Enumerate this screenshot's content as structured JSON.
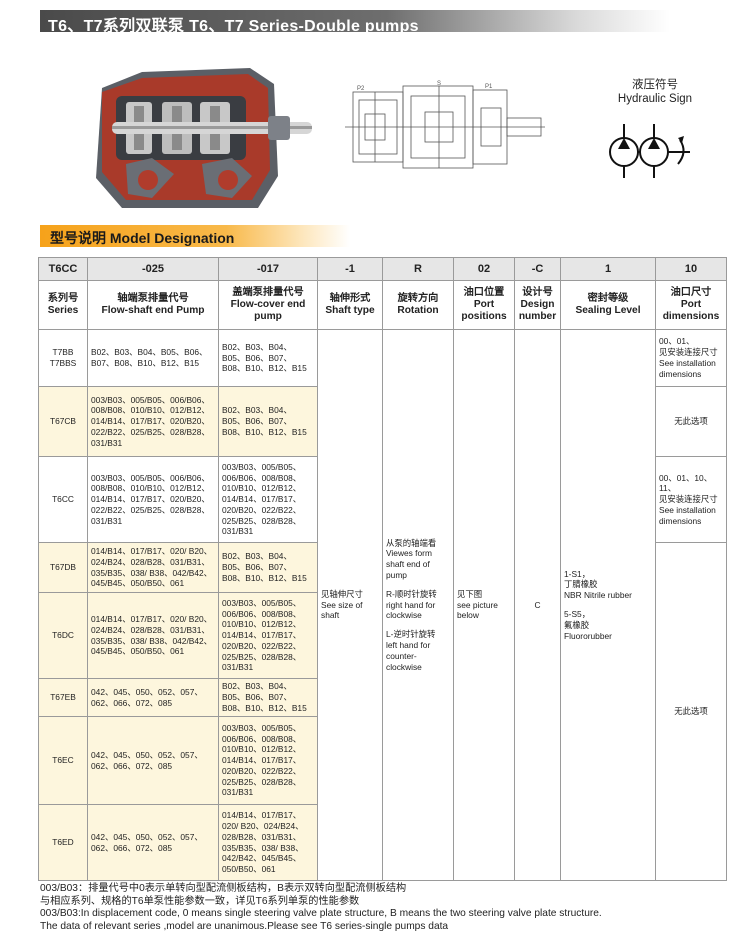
{
  "title": "T6、T7系列双联泵 T6、T7 Series-Double pumps",
  "hydraulic_sign": {
    "cn": "液压符号",
    "en": "Hydraulic Sign"
  },
  "section_drawing": {
    "label_p1": "P1",
    "label_s": "S",
    "label_p2": "P2"
  },
  "model_title": "型号说明 Model Designation",
  "code_row": [
    "T6CC",
    "-025",
    "-017",
    "-1",
    "R",
    "02",
    "-C",
    "1",
    "10"
  ],
  "header_row": [
    {
      "cn": "系列号",
      "en": "Series"
    },
    {
      "cn": "轴端泵排量代号",
      "en": "Flow-shaft end Pump"
    },
    {
      "cn": "盖端泵排量代号",
      "en": "Flow-cover end pump"
    },
    {
      "cn": "轴伸形式",
      "en": "Shaft type"
    },
    {
      "cn": "旋转方向",
      "en": "Rotation"
    },
    {
      "cn": "油口位置",
      "en": "Port positions"
    },
    {
      "cn": "设计号",
      "en": "Design number"
    },
    {
      "cn": "密封等级",
      "en": "Sealing Level"
    },
    {
      "cn": "油口尺寸",
      "en": "Port dimensions"
    }
  ],
  "rows": [
    {
      "series": "T7BB T7BBS",
      "shaft_end": "B02、B03、B04、B05、B06、B07、B08、B10、B12、B15",
      "cover_end": "B02、B03、B04、B05、B06、B07、B08、B10、B12、B15"
    },
    {
      "series": "T67CB",
      "shaft_end": "003/B03、005/B05、006/B06、008/B08、010/B10、012/B12、014/B14、017/B17、020/B20、022/B22、025/B25、028/B28、031/B31",
      "cover_end": "B02、B03、B04、B05、B06、B07、B08、B10、B12、B15"
    },
    {
      "series": "T6CC",
      "shaft_end": "003/B03、005/B05、006/B06、008/B08、010/B10、012/B12、014/B14、017/B17、020/B20、022/B22、025/B25、028/B28、031/B31",
      "cover_end": "003/B03、005/B05、006/B06、008/B08、010/B10、012/B12、014/B14、017/B17、020/B20、022/B22、025/B25、028/B28、031/B31"
    },
    {
      "series": "T67DB",
      "shaft_end": "014/B14、017/B17、020/ B20、024/B24、028/B28、031/B31、035/B35、038/ B38、042/B42、045/B45、050/B50、061",
      "cover_end": "B02、B03、B04、B05、B06、B07、B08、B10、B12、B15"
    },
    {
      "series": "T6DC",
      "shaft_end": "014/B14、017/B17、020/ B20、024/B24、028/B28、031/B31、035/B35、038/ B38、042/B42、045/B45、050/B50、061",
      "cover_end": "003/B03、005/B05、006/B06、008/B08、010/B10、012/B12、014/B14、017/B17、020/B20、022/B22、025/B25、028/B28、031/B31"
    },
    {
      "series": "T67EB",
      "shaft_end": "042、045、050、052、057、062、066、072、085",
      "cover_end": "B02、B03、B04、B05、B06、B07、B08、B10、B12、B15"
    },
    {
      "series": "T6EC",
      "shaft_end": "042、045、050、052、057、062、066、072、085",
      "cover_end": "003/B03、005/B05、006/B06、008/B08、010/B10、012/B12、014/B14、017/B17、020/B20、022/B22、025/B25、028/B28、031/B31"
    },
    {
      "series": "T6ED",
      "shaft_end": "042、045、050、052、057、062、066、072、085",
      "cover_end": "014/B14、017/B17、020/ B20、024/B24、028/B28、031/B31、035/B35、038/ B38、042/B42、045/B45、050/B50、061"
    }
  ],
  "shaft_type": {
    "cn": "见轴伸尺寸",
    "en": "See size of shaft"
  },
  "rotation": {
    "view_cn": "从泵的轴端看",
    "view_en": "Viewes form shaft end of pump",
    "right_cn": "R-顺时针旋转",
    "right_en": "right hand for clockwise",
    "left_cn": "L-逆时针旋转",
    "left_en": "left hand for counter-clockwise"
  },
  "port_positions": {
    "cn": "见下图",
    "en": "see picture below"
  },
  "design_number": "C",
  "sealing": {
    "s1_code": "1-S1，",
    "s1_cn": "丁腈橡胶",
    "s1_en": "NBR Nitrile rubber",
    "s5_code": "5-S5，",
    "s5_cn": "氟橡胶",
    "s5_en": "Fluororubber"
  },
  "port_dims": {
    "a_codes": "00、01、",
    "a_cn": "见安装连接尺寸",
    "a_en": "See installation dimensions",
    "none_1": "无此选项",
    "c_codes": "00、01、10、11、",
    "c_cn": "见安装连接尺寸",
    "c_en": "See installation dimensions",
    "none_2": "无此选项"
  },
  "footnote": {
    "line1": "003/B03：排量代号中0表示单转向型配流侧板结构，B表示双转向型配流侧板结构",
    "line2": "与相应系列、规格的T6单泵性能参数一致，详见T6系列单泵的性能参数",
    "line3": "003/B03:In displacement code, 0 means single steering valve plate structure, B means the two steering valve plate structure.",
    "line4": "The data of relevant series ,model are unanimous.Please see T6 series-single pumps data"
  }
}
